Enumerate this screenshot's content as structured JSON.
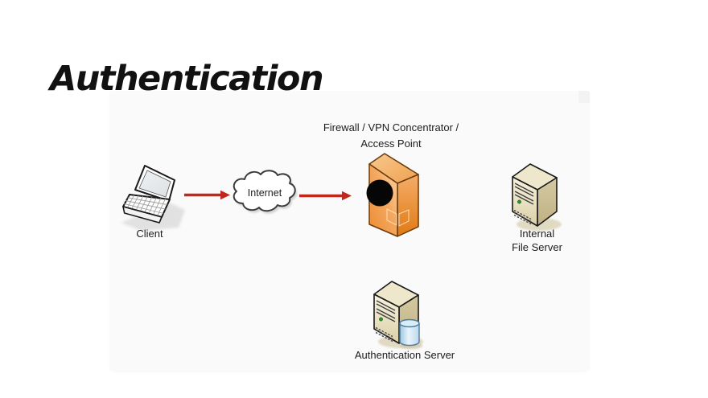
{
  "slide": {
    "title": "Authentication"
  },
  "colors": {
    "page_bg": "#ffffff",
    "panel_bg": "#fafafa",
    "text": "#1c1c1c",
    "arrow_red": "#c1281b",
    "firewall_front": "#f09347",
    "firewall_highlight": "#fcd9a9",
    "firewall_side": "#e8831f",
    "firewall_outline": "#6b3a0c",
    "firewall_port_black": "#060606",
    "server_front": "#f4efdd",
    "server_front_shade": "#dbd0a8",
    "server_top": "#eee7cc",
    "server_side": "#d5c9a2",
    "server_side_shade": "#bfb184",
    "server_outline": "#1a1a1a",
    "server_floor_shadow": "#ddd5ba",
    "led_green": "#2f8f2f",
    "database_fill": "#cfe6f5",
    "database_outline": "#4f7b99",
    "cloud_fill": "#ffffff",
    "cloud_outline": "#3c3c3c"
  },
  "diagram": {
    "client": {
      "label": "Client",
      "icon": "laptop-icon"
    },
    "internet": {
      "label": "Internet",
      "icon": "cloud-icon"
    },
    "firewall": {
      "label_line1": "Firewall / VPN Concentrator /",
      "label_line2": "Access Point",
      "icon": "firewall-icon"
    },
    "internal_file_server": {
      "label_line1": "Internal",
      "label_line2": "File Server",
      "icon": "server-icon"
    },
    "authentication_server": {
      "label": "Authentication Server",
      "icon": "server-database-icon"
    },
    "connections": [
      {
        "from": "Client",
        "to": "Internet"
      },
      {
        "from": "Internet",
        "to": "Firewall / VPN Concentrator / Access Point"
      }
    ]
  }
}
